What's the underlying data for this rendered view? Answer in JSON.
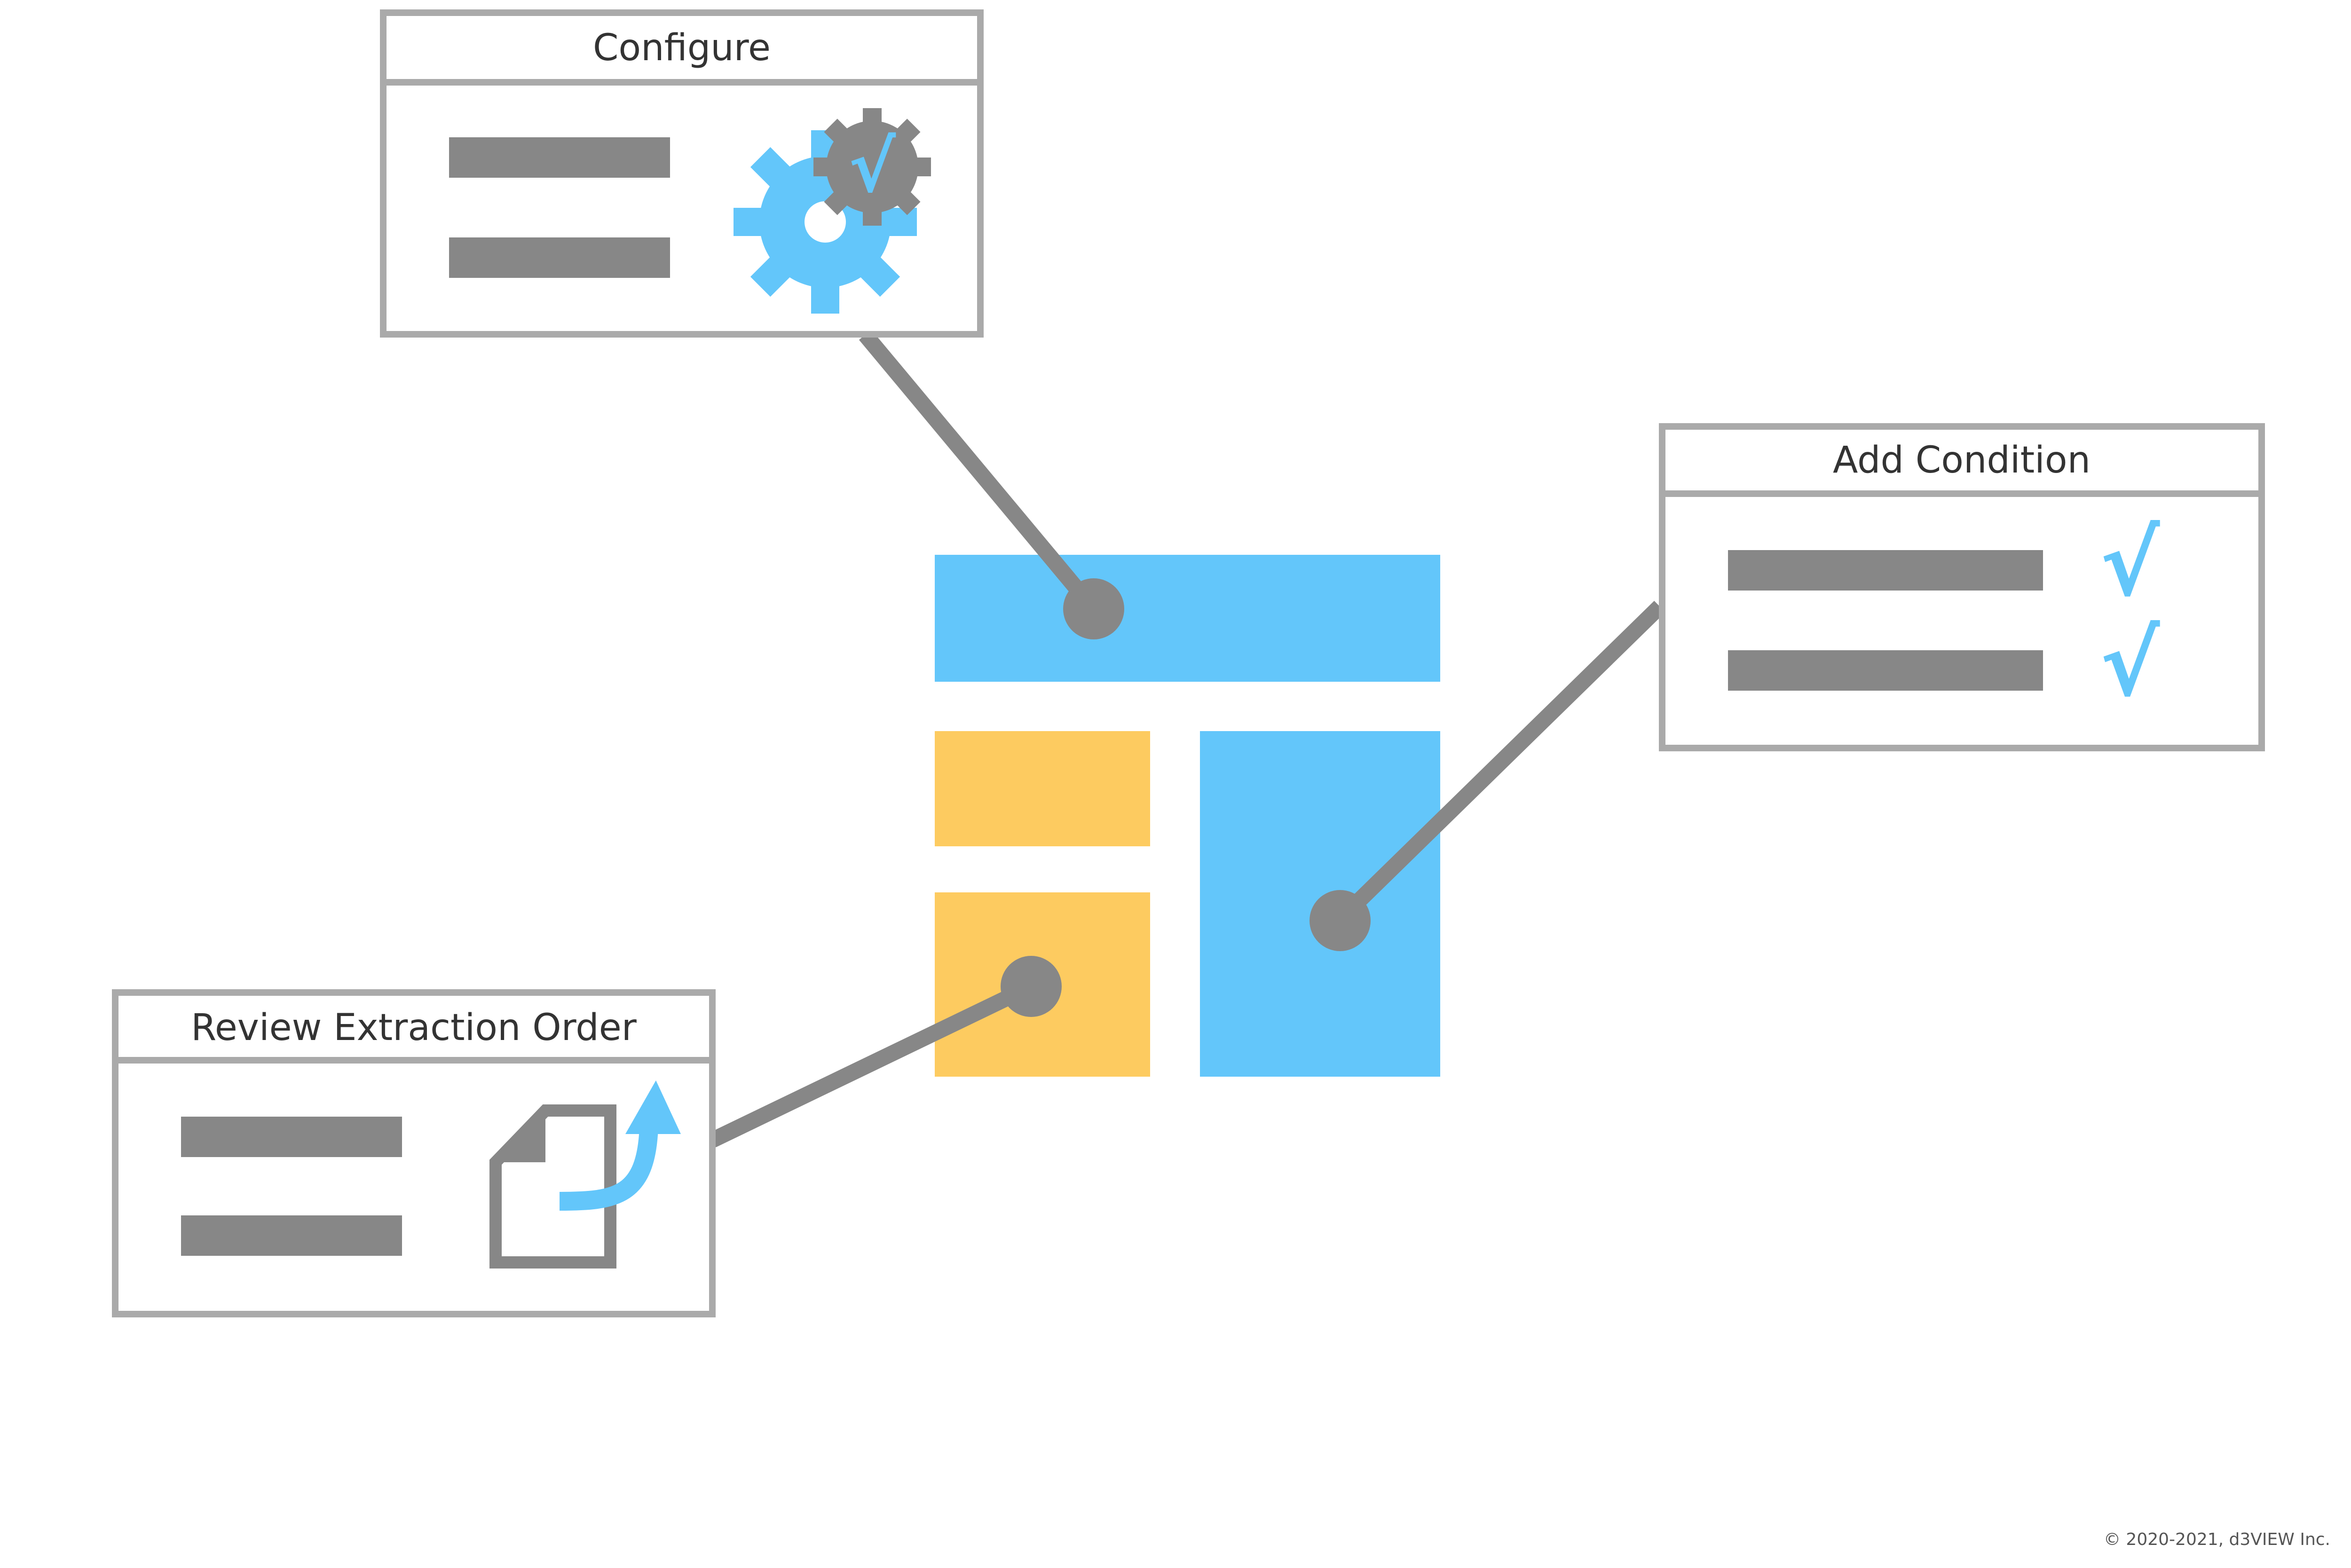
{
  "diagram": {
    "cards": {
      "configure": {
        "title": "Configure"
      },
      "add_condition": {
        "title": "Add Condition",
        "checks": [
          "√",
          "√"
        ]
      },
      "review": {
        "title": "Review Extraction Order"
      }
    },
    "gear_check": "√",
    "copyright": "© 2020-2021, d3VIEW Inc."
  },
  "colors": {
    "blue": "#63C6FA",
    "yellow": "#FDCB60",
    "gray": "#878787",
    "border": "#AAAAAA",
    "text": "#333333"
  },
  "icons": {
    "gear": "gear-icon",
    "check": "checkmark-icon",
    "document": "document-icon",
    "arrow": "curved-up-arrow-icon"
  }
}
